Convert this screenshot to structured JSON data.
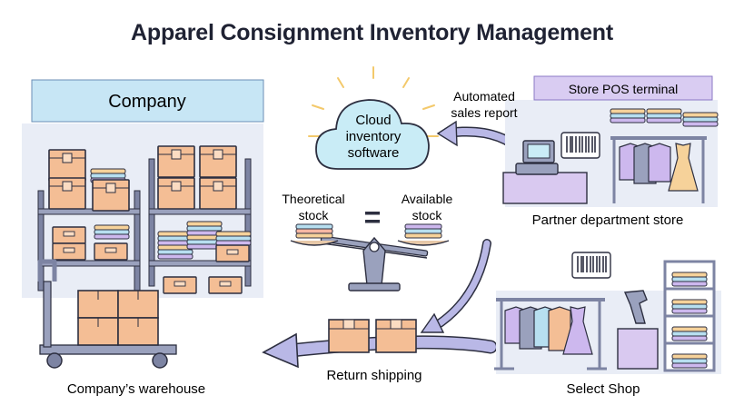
{
  "title": "Apparel Consignment Inventory Management",
  "company": {
    "header": "Company",
    "warehouse_label": "Company’s warehouse"
  },
  "cloud": {
    "line1": "Cloud",
    "line2": "inventory",
    "line3": "software"
  },
  "balance": {
    "left_line1": "Theoretical",
    "left_line2": "stock",
    "equals": "=",
    "right_line1": "Available",
    "right_line2": "stock"
  },
  "automated_report": {
    "line1": "Automated",
    "line2": "sales report"
  },
  "pos": {
    "header": "Store POS terminal",
    "store_label": "Partner department store"
  },
  "return_label": "Return shipping",
  "select_shop_label": "Select Shop",
  "colors": {
    "box": "#f4be95",
    "box_stroke": "#2d2f40",
    "shelf": "#7d84a3",
    "header_bg": "#c7e6f5",
    "pos_header_bg": "#d9ccf2",
    "arrow": "#b9b8e6",
    "cloud": "#c9ecf6",
    "counter": "#d9c9f0",
    "backdrop": "#e9edf6"
  },
  "icons": [
    "cloud-icon",
    "barcode-icon",
    "barcode-scanner-icon",
    "pos-terminal-icon",
    "hand-truck-icon",
    "balance-scale-icon",
    "clothes-rack-icon"
  ]
}
